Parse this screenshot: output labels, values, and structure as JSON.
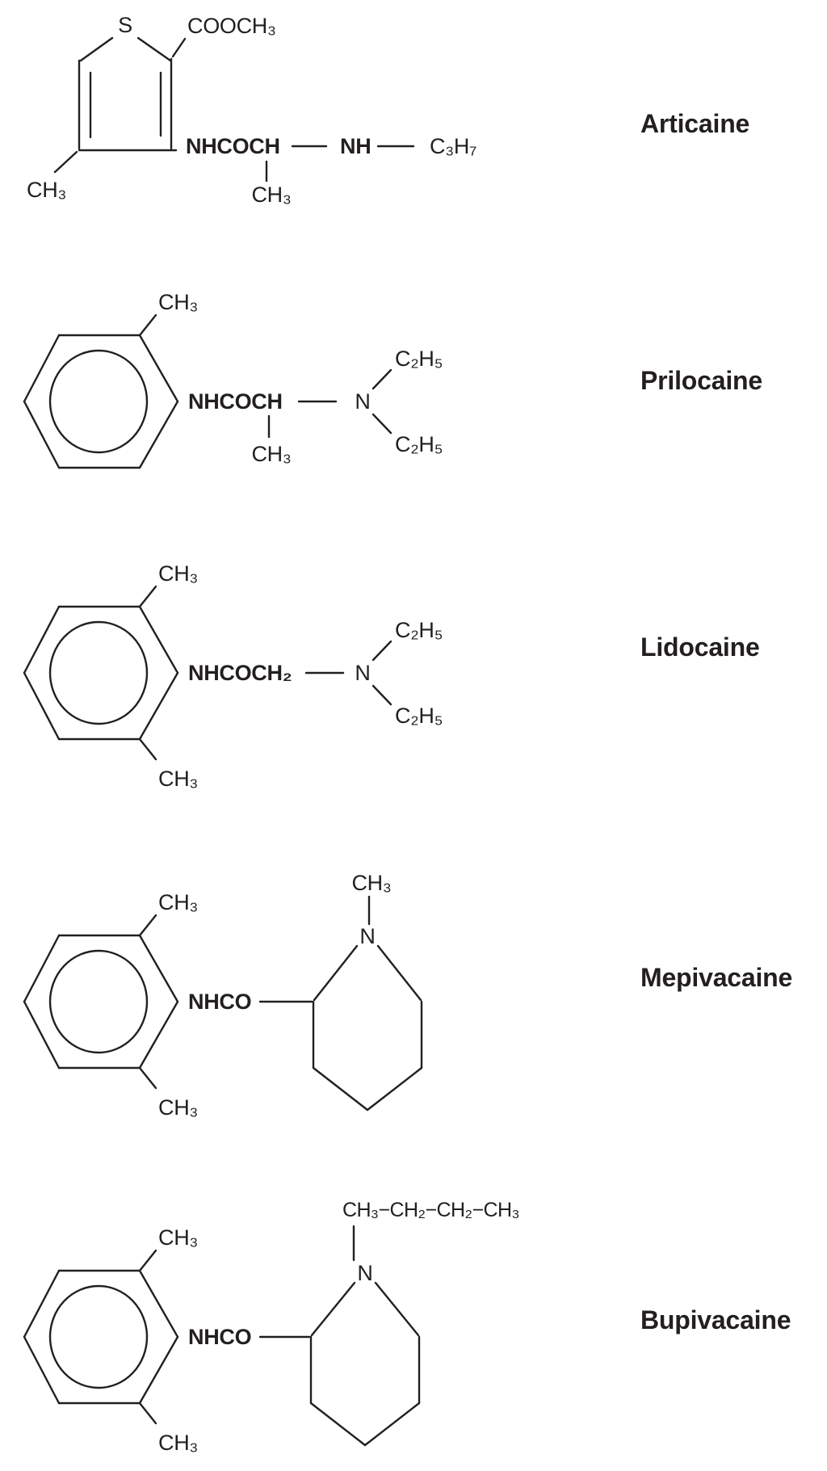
{
  "page": {
    "background": "#ffffff",
    "ink_color": "#231f20"
  },
  "molecules": [
    {
      "name": "Articaine",
      "ring": "thiophene",
      "atoms": {
        "sulfur": "S",
        "ester": "COOCH₃",
        "amide": "NHCOCH",
        "alpha_methyl": "CH₃",
        "ring_methyl": "CH₃",
        "amine": "NH",
        "propyl": "C₃H₇"
      }
    },
    {
      "name": "Prilocaine",
      "ring": "benzene",
      "atoms": {
        "ring_methyl_top": "CH₃",
        "amide": "NHCOCH",
        "alpha_methyl": "CH₃",
        "nitrogen": "N",
        "ethyl_top": "C₂H₅",
        "ethyl_bottom": "C₂H₅"
      }
    },
    {
      "name": "Lidocaine",
      "ring": "benzene",
      "atoms": {
        "ring_methyl_top": "CH₃",
        "ring_methyl_bottom": "CH₃",
        "amide": "NHCOCH₂",
        "nitrogen": "N",
        "ethyl_top": "C₂H₅",
        "ethyl_bottom": "C₂H₅"
      }
    },
    {
      "name": "Mepivacaine",
      "ring": "benzene-piperidine",
      "atoms": {
        "ring_methyl_top": "CH₃",
        "ring_methyl_bottom": "CH₃",
        "amide": "NHCO",
        "nitrogen": "N",
        "n_methyl": "CH₃"
      }
    },
    {
      "name": "Bupivacaine",
      "ring": "benzene-piperidine",
      "atoms": {
        "ring_methyl_top": "CH₃",
        "ring_methyl_bottom": "CH₃",
        "amide": "NHCO",
        "nitrogen": "N",
        "n_butyl": "CH₃−CH₂−CH₂−CH₃"
      }
    }
  ]
}
